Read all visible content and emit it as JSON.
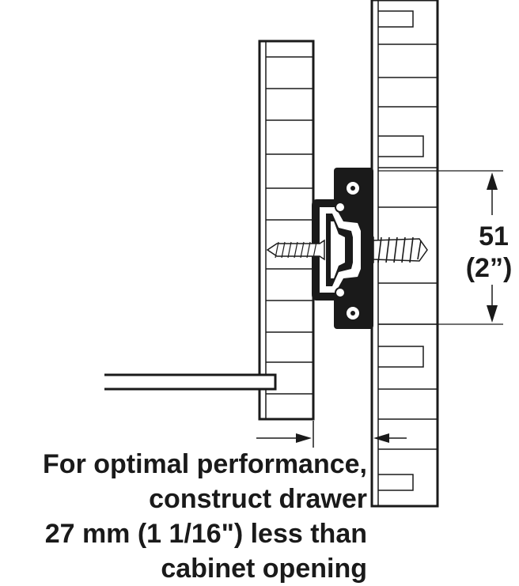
{
  "dimension": {
    "metric": "51",
    "imperial": "(2”)"
  },
  "caption": {
    "lines": [
      "For optimal performance,",
      "construct drawer",
      "27 mm (1 1/16\")  less than",
      "cabinet opening"
    ]
  },
  "colors": {
    "ink": "#1a1a1a",
    "background": "#ffffff"
  },
  "icons": [
    "screw-icon",
    "slide-bracket-icon",
    "arrow-up-icon",
    "arrow-down-icon",
    "arrow-right-icon",
    "arrow-left-icon"
  ]
}
